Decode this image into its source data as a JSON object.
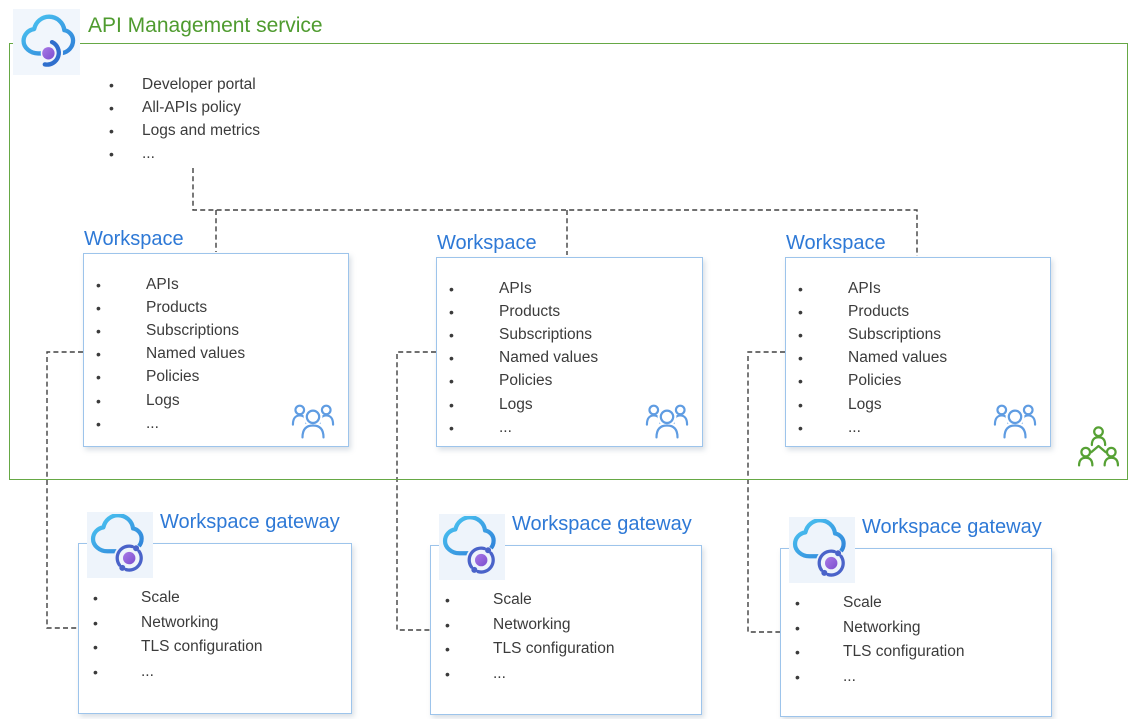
{
  "bullet": "•",
  "service": {
    "title": "API Management service",
    "items": [
      "Developer portal",
      "All-APIs policy",
      "Logs and metrics",
      "..."
    ]
  },
  "workspaces": [
    {
      "title": "Workspace",
      "items": [
        "APIs",
        "Products",
        "Subscriptions",
        "Named values",
        "Policies",
        "Logs",
        "..."
      ]
    },
    {
      "title": "Workspace",
      "items": [
        "APIs",
        "Products",
        "Subscriptions",
        "Named values",
        "Policies",
        "Logs",
        "..."
      ]
    },
    {
      "title": "Workspace",
      "items": [
        "APIs",
        "Products",
        "Subscriptions",
        "Named values",
        "Policies",
        "Logs",
        "..."
      ]
    }
  ],
  "gateways": [
    {
      "title": "Workspace gateway",
      "items": [
        "Scale",
        "Networking",
        "TLS configuration",
        "..."
      ]
    },
    {
      "title": "Workspace gateway",
      "items": [
        "Scale",
        "Networking",
        "TLS configuration",
        "..."
      ]
    },
    {
      "title": "Workspace gateway",
      "items": [
        "Scale",
        "Networking",
        "TLS configuration",
        "..."
      ]
    }
  ],
  "icons": {
    "service": "api-management-cloud-icon",
    "workspace_members": "team-people-icon",
    "gateway": "gateway-cloud-icon",
    "organization": "org-people-icon"
  },
  "colors": {
    "service_green": "#4f9b2f",
    "service_border": "#66a845",
    "workspace_blue": "#2e79d6",
    "box_border": "#9dc4eb",
    "connector": "#404040",
    "body_text": "#3b3b3b",
    "people_blue": "#5f9ce2",
    "org_green": "#56a134"
  }
}
